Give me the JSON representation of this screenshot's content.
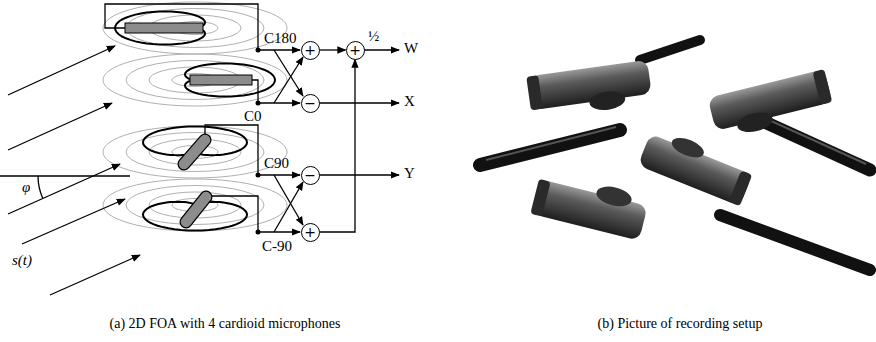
{
  "diagram": {
    "nodes": [
      {
        "text": [
          "+"
        ]
      },
      {
        "text": [
          "+"
        ]
      },
      {
        "text": [
          "−"
        ]
      },
      {
        "text": [
          "−"
        ]
      },
      {
        "text": [
          "+"
        ]
      }
    ],
    "edges": [
      {
        "from": 0,
        "to": 1,
        "arrow": "to"
      },
      {
        "from": 4,
        "to": 1,
        "arrow": "to"
      }
    ],
    "labels": [
      "½",
      "W",
      "C180",
      "C0",
      "X",
      "C90",
      "Y",
      "C-90",
      "φ",
      "s(t)",
      "(a) 2D FOA with 4 cardioid microphones",
      "(b) Picture of recording setup"
    ]
  }
}
